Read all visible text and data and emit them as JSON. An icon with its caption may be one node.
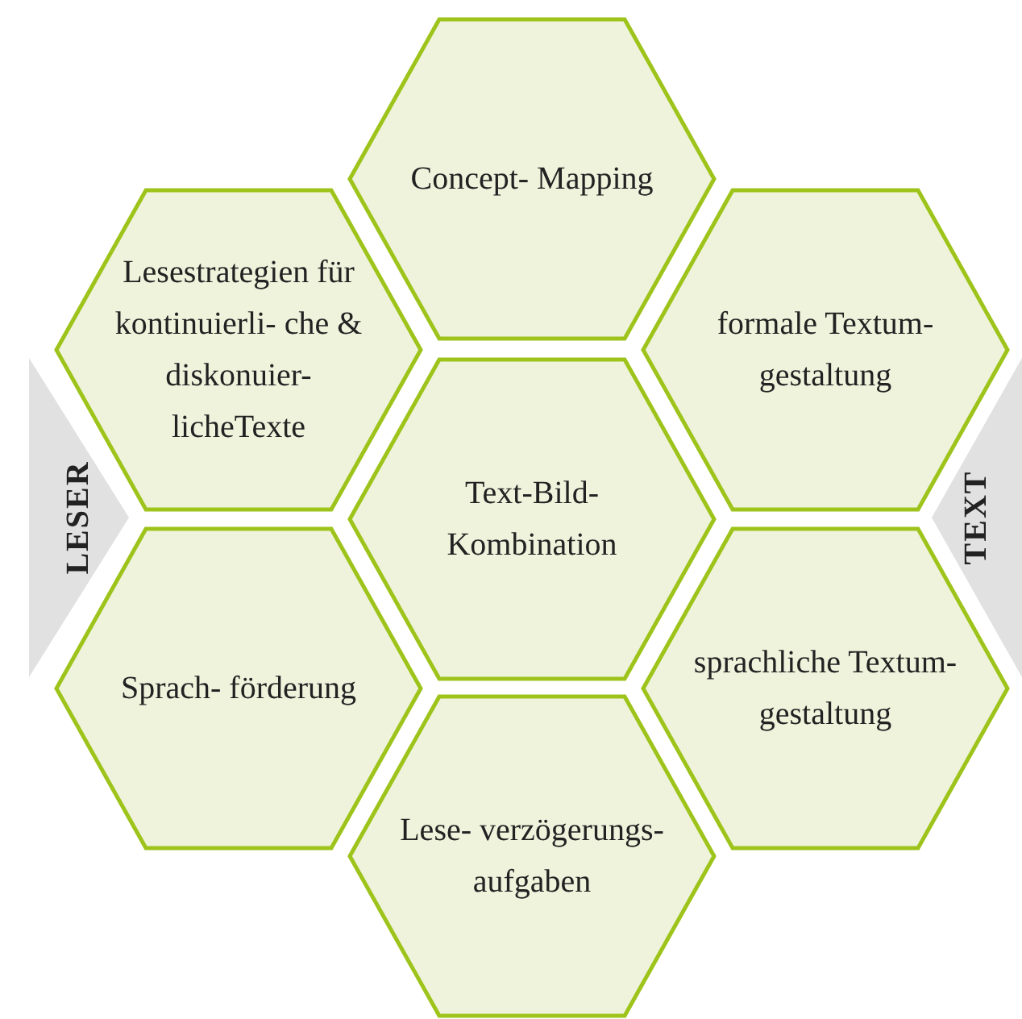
{
  "diagram": {
    "nodes": [
      {
        "text": [
          "Concept- Mapping"
        ]
      },
      {
        "text": [
          "Lesestrategien für kontinuierli- che & diskonuier- licheTexte"
        ]
      },
      {
        "text": [
          "formale Textum- gestaltung"
        ]
      },
      {
        "text": [
          "LESER"
        ]
      },
      {
        "text": [
          "Text-Bild- Kombination"
        ]
      },
      {
        "text": [
          "TEXT"
        ]
      },
      {
        "text": [
          "Sprach- förderung"
        ]
      },
      {
        "text": [
          "sprachliche Textum- gestaltung"
        ]
      },
      {
        "text": [
          "Lese- verzögerungs- aufgaben"
        ]
      }
    ]
  }
}
